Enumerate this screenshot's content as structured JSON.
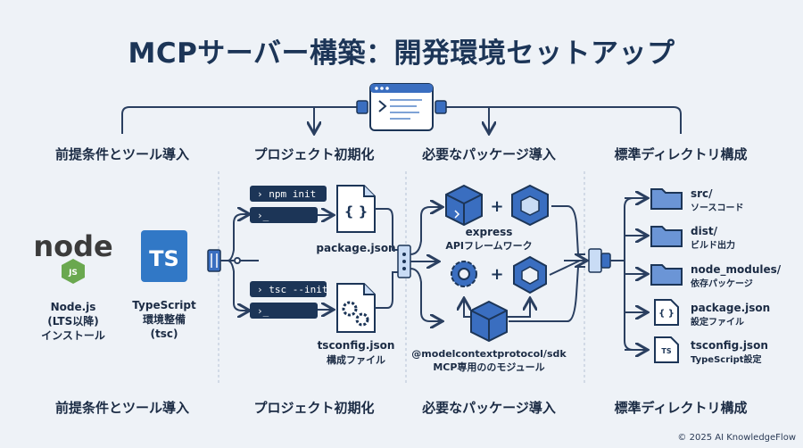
{
  "title": "MCPサーバー構築：開発環境セットアップ",
  "sections": [
    {
      "header": "前提条件とツール導入",
      "footer": "前提条件とツール導入"
    },
    {
      "header": "プロジェクト初期化",
      "footer": "プロジェクト初期化"
    },
    {
      "header": "必要なパッケージ導入",
      "footer": "必要なパッケージ導入"
    },
    {
      "header": "標準ディレクトリ構成",
      "footer": "標準ディレクトリ構成"
    }
  ],
  "prereq": {
    "node_logo_text": "node",
    "node_logo_badge": "JS",
    "node_caption": [
      "Node.js",
      "(LTS以降)",
      "インストール"
    ],
    "ts_logo_text": "TS",
    "ts_caption": [
      "TypeScript",
      "環境整備",
      "(tsc)"
    ]
  },
  "init": {
    "cmd1": "› npm init",
    "prompt1": "›_",
    "cmd2": "› tsc --init",
    "prompt2": "›_",
    "file1_glyph": "{ }",
    "file1_caption": "package.json",
    "file2_caption": [
      "tsconfig.json",
      "構成ファイル"
    ]
  },
  "packages": {
    "express_caption": [
      "express",
      "APIフレームワーク"
    ],
    "sdk_caption": [
      "@modelcontextprotocol/sdk",
      "MCP専用ののモジュール"
    ],
    "plus": "+"
  },
  "dirs": [
    {
      "name": "src/",
      "desc": "ソースコード",
      "icon": "folder-icon"
    },
    {
      "name": "dist/",
      "desc": "ビルド出力",
      "icon": "folder-icon"
    },
    {
      "name": "node_modules/",
      "desc": "依存パッケージ",
      "icon": "folder-icon"
    },
    {
      "name": "package.json",
      "desc": "設定ファイル",
      "icon": "json-file-icon",
      "glyph": "{ }"
    },
    {
      "name": "tsconfig.json",
      "desc": "TypeScript設定",
      "icon": "ts-file-icon",
      "glyph": "TS"
    }
  ],
  "footer_credit": "© 2025 AI KnowledgeFlow",
  "colors": {
    "navy": "#1c3557",
    "blue": "#3a6ec0",
    "light_blue": "#c9dcf5",
    "line": "#2a3f60",
    "ts_blue": "#3178c6",
    "node_green": "#6aa84f"
  }
}
